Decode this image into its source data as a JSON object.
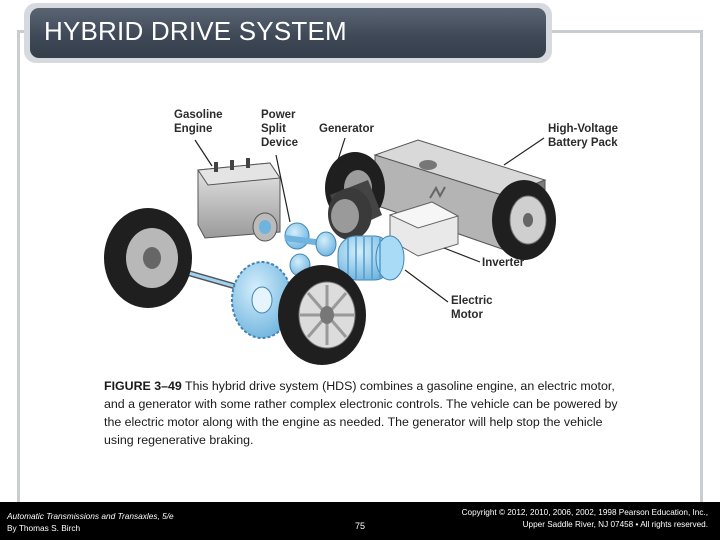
{
  "slide": {
    "title": "HYBRID DRIVE SYSTEM"
  },
  "figure": {
    "callouts": {
      "gasoline_engine": "Gasoline\nEngine",
      "power_split": "Power\nSplit\nDevice",
      "generator": "Generator",
      "battery": "High-Voltage\nBattery Pack",
      "inverter": "Inverter",
      "motor": "Electric\nMotor"
    },
    "colors": {
      "component_blue": "#8ec9ec",
      "component_gray": "#cfcfcf",
      "tire": "#1f1f1f"
    }
  },
  "caption": {
    "figure_number": "FIGURE 3–49",
    "text": " This hybrid drive system (HDS) combines a gasoline engine, an electric motor, and a generator with some rather complex electronic controls. The vehicle can be powered by the electric motor along with the engine as needed. The generator will help stop the vehicle using regenerative braking."
  },
  "footer": {
    "book": "Automatic Transmissions and Transaxles, 5/e",
    "author": "By Thomas S. Birch",
    "page_number": "75",
    "copyright": "Copyright © 2012, 2010, 2006, 2002, 1998 Pearson Education, Inc.,\nUpper Saddle River, NJ 07458 • All rights reserved."
  }
}
